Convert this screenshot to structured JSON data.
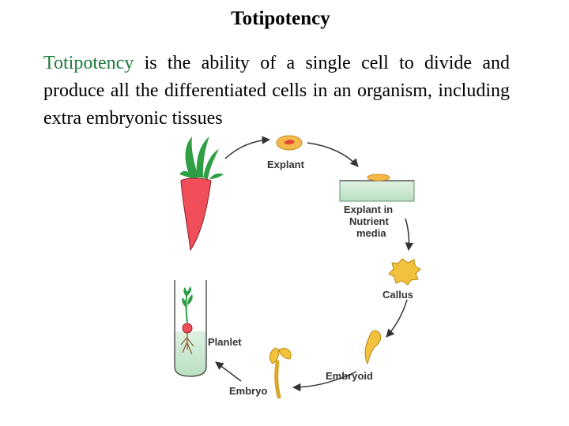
{
  "slide": {
    "title": "Totipotency",
    "definition": {
      "term": "Totipotency",
      "text": " is the ability of a single cell to divide and produce all the differentiated cells in an organism, including extra embryonic tissues"
    }
  },
  "diagram": {
    "labels": {
      "explant": "Explant",
      "explant_media_1": "Explant in",
      "explant_media_2": "Nutrient",
      "explant_media_3": "media",
      "callus": "Callus",
      "embryoid": "Embryoid",
      "embryo": "Embryo",
      "planlet": "Planlet"
    },
    "colors": {
      "carrot": "#f04f5a",
      "leaves": "#2f9e44",
      "explant": "#f5b94a",
      "media": "#bfe3c4",
      "callus": "#f2c23e",
      "arrow": "#333333"
    }
  }
}
